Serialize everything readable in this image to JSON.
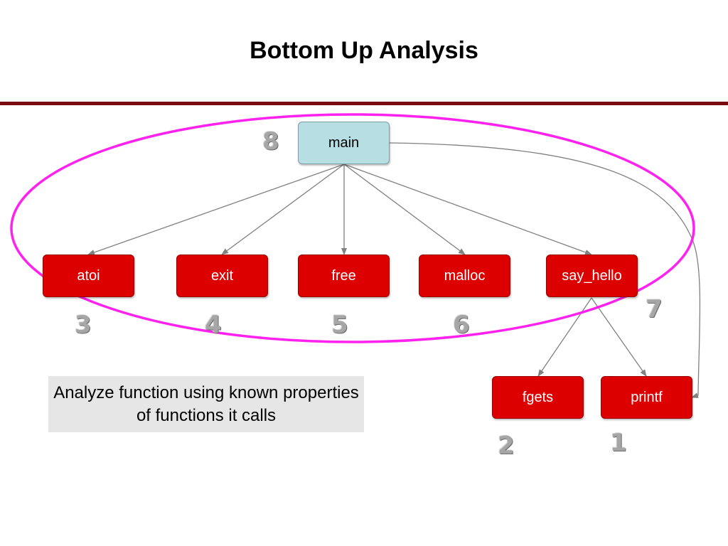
{
  "slide": {
    "title": "Bottom Up Analysis",
    "note": "Analyze function using known properties of functions it calls"
  },
  "colors": {
    "rule": "#7a0b10",
    "leaf_node": "#dd0000",
    "root_node": "#b7dfe3",
    "ellipse": "#ff22ee",
    "edge": "#808080",
    "order_number": "#a6a6a6"
  },
  "nodes": {
    "main": "main",
    "atoi": "atoi",
    "exit": "exit",
    "free": "free",
    "malloc": "malloc",
    "say_hello": "say_hello",
    "fgets": "fgets",
    "printf": "printf"
  },
  "edges": [
    [
      "main",
      "atoi"
    ],
    [
      "main",
      "exit"
    ],
    [
      "main",
      "free"
    ],
    [
      "main",
      "malloc"
    ],
    [
      "main",
      "say_hello"
    ],
    [
      "main",
      "printf"
    ],
    [
      "say_hello",
      "fgets"
    ],
    [
      "say_hello",
      "printf"
    ]
  ],
  "order": {
    "main": "8",
    "atoi": "3",
    "exit": "4",
    "free": "5",
    "malloc": "6",
    "say_hello": "7",
    "fgets": "2",
    "printf": "1"
  }
}
